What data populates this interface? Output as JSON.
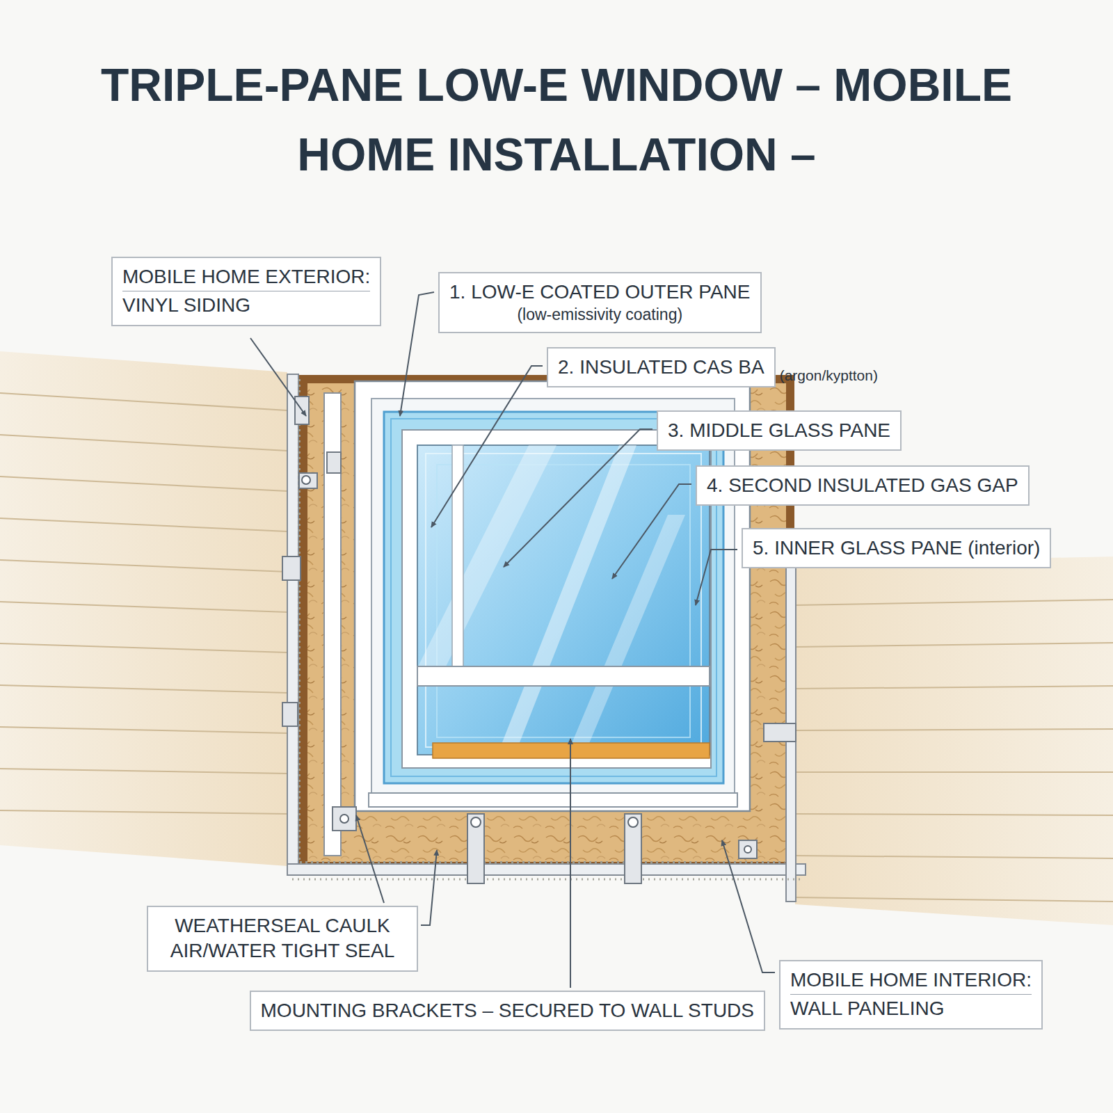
{
  "diagram": {
    "title": "TRIPLE-PANE LOW-E WINDOW – MOBILE HOME INSTALLATION –",
    "nodes": [
      {
        "text": [
          "MOBILE HOME EXTERIOR:",
          "VINYL SIDING"
        ]
      },
      {
        "text": [
          "1. LOW-E COATED OUTER PANE",
          "(low-emissivity coating)"
        ]
      },
      {
        "text": [
          "2. INSULATED CAS BA",
          "(argon/kyptton)"
        ]
      },
      {
        "text": [
          "3. MIDDLE GLASS PANE"
        ]
      },
      {
        "text": [
          "4. SECOND INSULATED GAS GAP"
        ]
      },
      {
        "text": [
          "5. INNER GLASS PANE (interior)"
        ]
      },
      {
        "text": [
          "WEATHERSEAL CAULK AIR/WATER TIGHT SEAL"
        ]
      },
      {
        "text": [
          "MOUNTING BRACKETS – SECURED TO WALL STUDS"
        ]
      },
      {
        "text": [
          "MOBILE HOME INTERIOR:",
          "WALL PANELING"
        ]
      }
    ]
  }
}
